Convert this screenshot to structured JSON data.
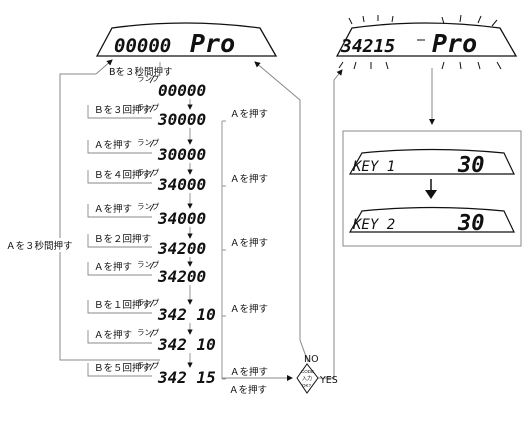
{
  "main_display": {
    "digits": "00000",
    "mode": "Pro"
  },
  "blink_display": {
    "digits": "34215",
    "mode": "Pro"
  },
  "key_panel": {
    "key1": {
      "name": "KEY 1",
      "value": "30"
    },
    "key2": {
      "name": "KEY 2",
      "value": "30"
    }
  },
  "steps": [
    {
      "action": "Bを３秒間押す",
      "lamp": "ランプ",
      "code": "00000",
      "side": ""
    },
    {
      "action": "Ｂを３回押す",
      "lamp": "ランプ",
      "code": "30000",
      "side": "Ａを押す"
    },
    {
      "action": "Ａを押す",
      "lamp": "ランプ",
      "code": "30000",
      "side": ""
    },
    {
      "action": "Ｂを４回押す",
      "lamp": "ランプ",
      "code": "34000",
      "side": "Ａを押す"
    },
    {
      "action": "Ａを押す",
      "lamp": "ランプ",
      "code": "34000",
      "side": ""
    },
    {
      "action": "Ｂを２回押す",
      "lamp": "",
      "code": "34200",
      "side": "Ａを押す"
    },
    {
      "action": "Ａを押す",
      "lamp": "ランプ",
      "code": "34200",
      "side": ""
    },
    {
      "action": "Ｂを１回押す",
      "lamp": "ランプ",
      "code": "342 10",
      "side": "Ａを押す"
    },
    {
      "action": "Ａを押す",
      "lamp": "ランプ",
      "code": "342 10",
      "side": ""
    },
    {
      "action": "Ｂを５回押す",
      "lamp": "ランプ",
      "code": "342 15",
      "side": "Ａを押す"
    }
  ],
  "loop_label": "Ａを３秒間押す",
  "last_press": "Ａを押す",
  "decision": {
    "line1": "CODE",
    "line2": "入力",
    "line3": "OK?",
    "no": "NO",
    "yes": "YES"
  }
}
